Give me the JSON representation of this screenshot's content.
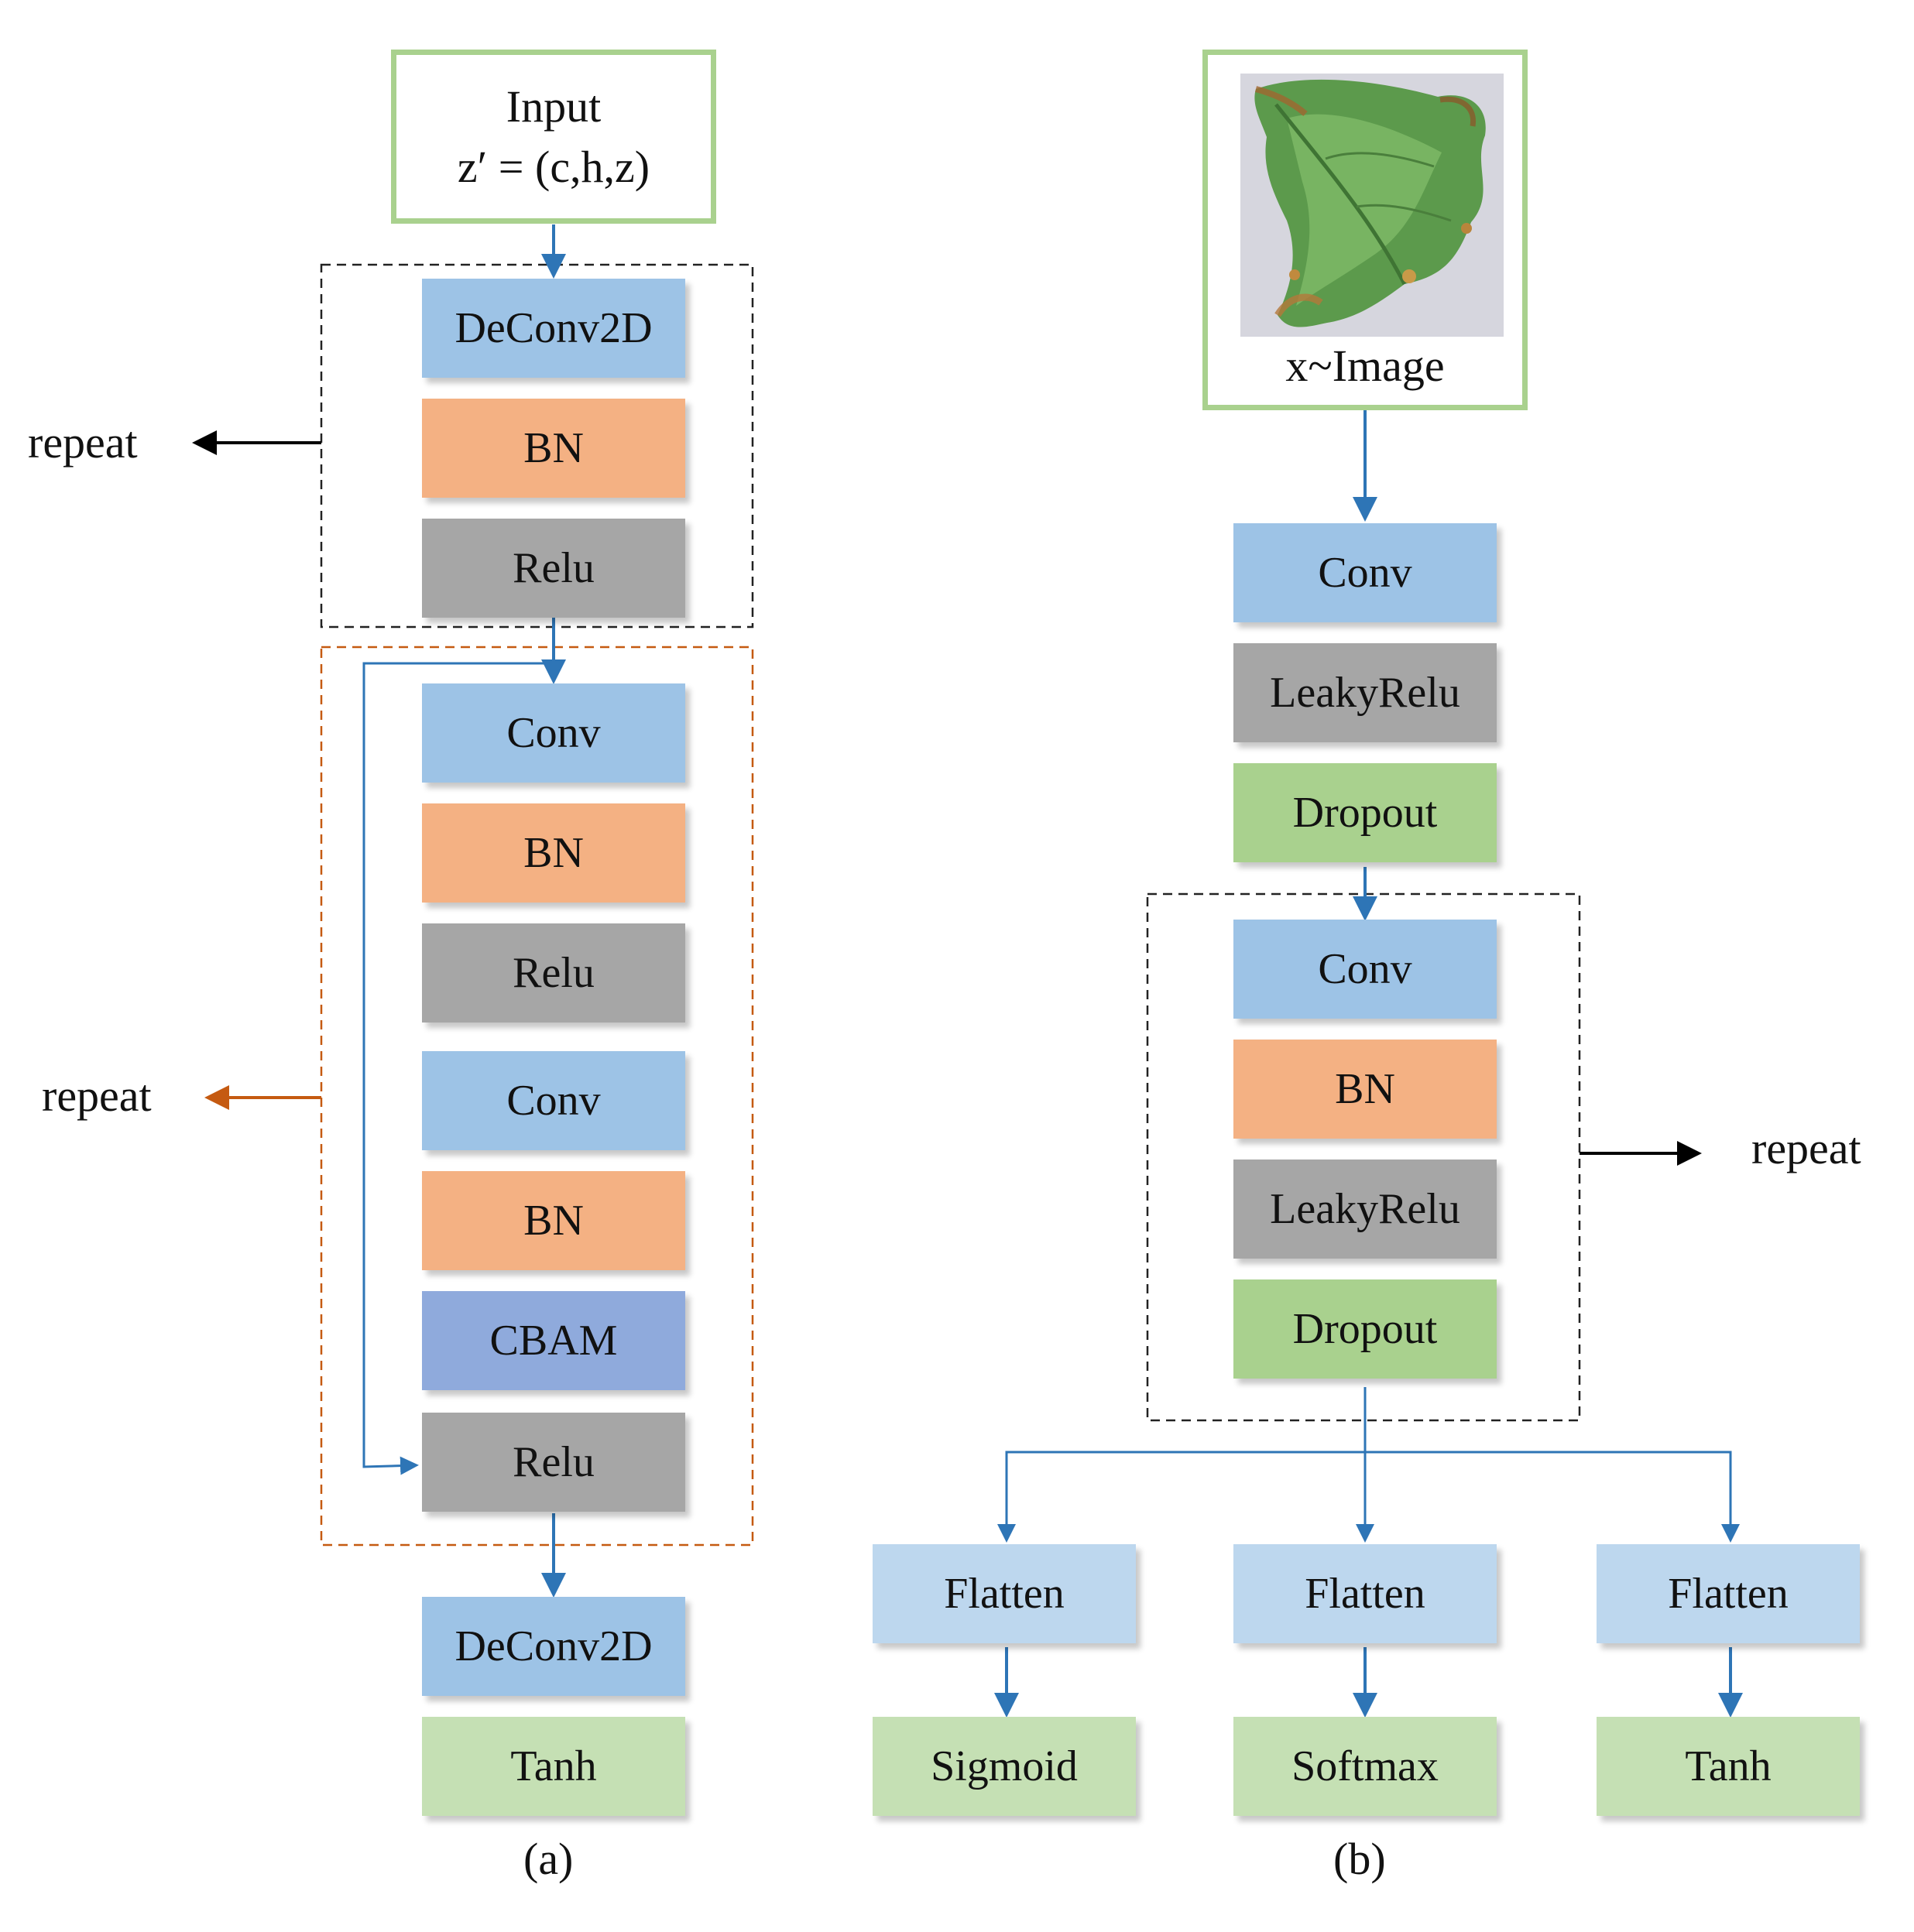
{
  "panel_a": {
    "input": {
      "title": "Input",
      "formula": "z′ = (c,h,z)"
    },
    "repeat_label_1": "repeat",
    "repeat_label_2": "repeat",
    "blocks": [
      "DeConv2D",
      "BN",
      "Relu",
      "Conv",
      "BN",
      "Relu",
      "Conv",
      "BN",
      "CBAM",
      "Relu",
      "DeConv2D",
      "Tanh"
    ],
    "caption": "(a)"
  },
  "panel_b": {
    "image_label": "x~Image",
    "blocks": [
      "Conv",
      "LeakyRelu",
      "Dropout",
      "Conv",
      "BN",
      "LeakyRelu",
      "Dropout"
    ],
    "repeat_label": "repeat",
    "heads": [
      {
        "flatten": "Flatten",
        "activation": "Sigmoid"
      },
      {
        "flatten": "Flatten",
        "activation": "Softmax"
      },
      {
        "flatten": "Flatten",
        "activation": "Tanh"
      }
    ],
    "caption": "(b)"
  },
  "colors": {
    "conv_blue": "#9dc3e6",
    "flatten_blue": "#bdd7ee",
    "bn_orange": "#f4b183",
    "relu_gray": "#a6a6a6",
    "dropout_green": "#a9d18e",
    "output_green": "#c5e0b4",
    "cbam_purple": "#8faadc",
    "arrow_blue": "#2e75b6",
    "repeat_orange": "#c55a11"
  }
}
